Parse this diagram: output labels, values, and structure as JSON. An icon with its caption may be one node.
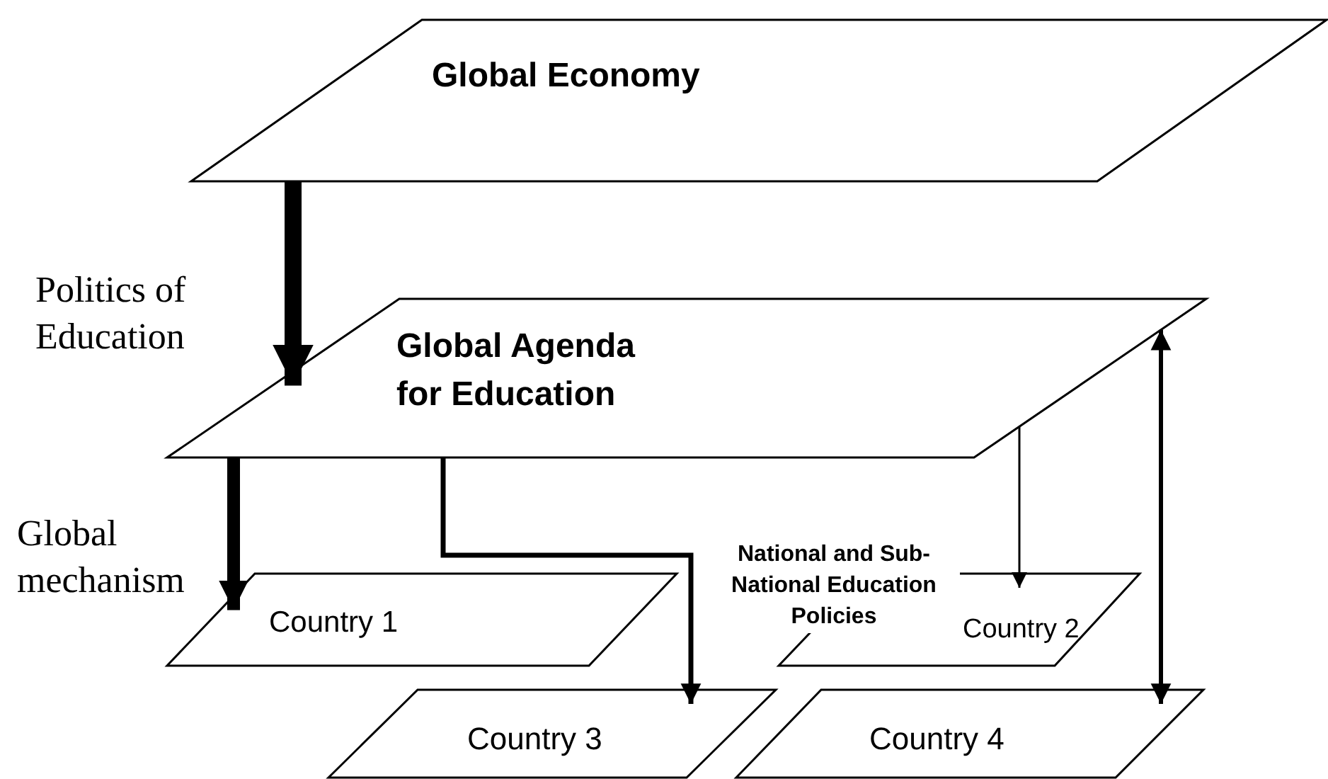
{
  "diagram": {
    "nodes": [
      {
        "text": [
          "Global Economy"
        ]
      },
      {
        "text": [
          "Global Agenda for Education"
        ]
      },
      {
        "text": [
          "Country 1"
        ]
      },
      {
        "text": [
          "Country 2"
        ]
      },
      {
        "text": [
          "Country 3"
        ]
      },
      {
        "text": [
          "Country 4"
        ]
      }
    ],
    "edges": [
      {
        "from": 0,
        "to": 1,
        "arrow": "to",
        "style": "thick",
        "label": "Politics of Education"
      },
      {
        "from": 1,
        "to": 2,
        "arrow": "to",
        "style": "thick",
        "label": "Global mechanism"
      },
      {
        "from": 1,
        "to": 4,
        "arrow": "to"
      },
      {
        "from": 1,
        "to": 3,
        "arrow": "to"
      },
      {
        "from": 1,
        "to": 5,
        "arrow": "both"
      }
    ],
    "labels": [
      "National and Sub-National Education Policies"
    ]
  }
}
